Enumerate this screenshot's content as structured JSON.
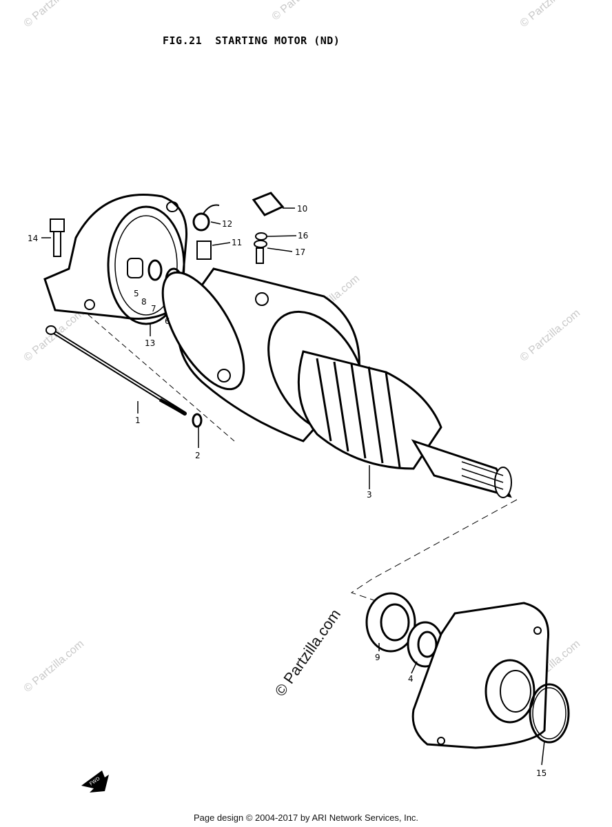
{
  "title": "FIG.21  STARTING MOTOR (ND)",
  "footer": "Page design © 2004-2017 by ARI Network Services, Inc.",
  "watermark": "© Partzilla.com",
  "callouts": [
    "1",
    "2",
    "3",
    "4",
    "5",
    "6",
    "7",
    "8",
    "9",
    "10",
    "11",
    "12",
    "13",
    "14",
    "15",
    "16",
    "17"
  ],
  "fwd_label": "FWD"
}
